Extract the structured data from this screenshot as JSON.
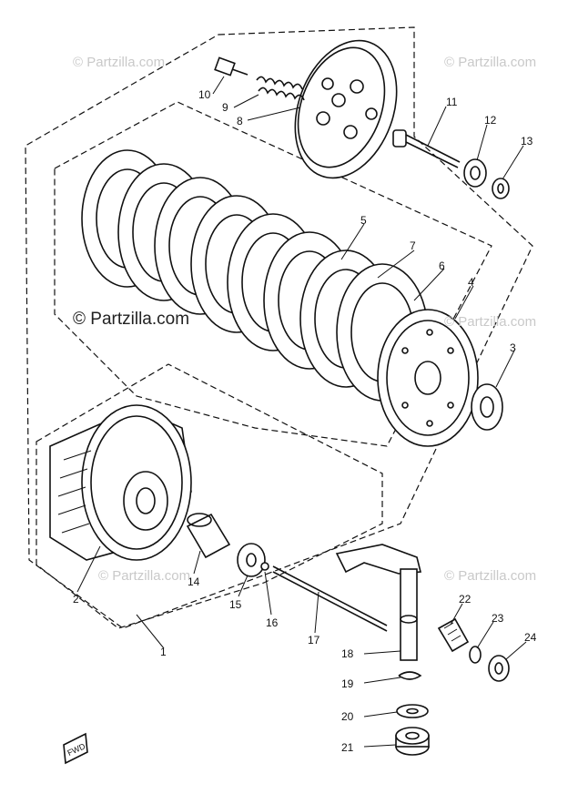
{
  "watermarks": {
    "main": "© Partzilla.com",
    "faint": "© Partzilla.com"
  },
  "direction_badge": "FWD",
  "callouts": [
    {
      "id": "1",
      "label": "1"
    },
    {
      "id": "2",
      "label": "2"
    },
    {
      "id": "3",
      "label": "3"
    },
    {
      "id": "4",
      "label": "4"
    },
    {
      "id": "5",
      "label": "5"
    },
    {
      "id": "6",
      "label": "6"
    },
    {
      "id": "7",
      "label": "7"
    },
    {
      "id": "8",
      "label": "8"
    },
    {
      "id": "9",
      "label": "9"
    },
    {
      "id": "10",
      "label": "10"
    },
    {
      "id": "11",
      "label": "11"
    },
    {
      "id": "12",
      "label": "12"
    },
    {
      "id": "13",
      "label": "13"
    },
    {
      "id": "14",
      "label": "14"
    },
    {
      "id": "15",
      "label": "15"
    },
    {
      "id": "16",
      "label": "16"
    },
    {
      "id": "17",
      "label": "17"
    },
    {
      "id": "18",
      "label": "18"
    },
    {
      "id": "19",
      "label": "19"
    },
    {
      "id": "20",
      "label": "20"
    },
    {
      "id": "21",
      "label": "21"
    },
    {
      "id": "22",
      "label": "22"
    },
    {
      "id": "23",
      "label": "23"
    },
    {
      "id": "24",
      "label": "24"
    }
  ]
}
